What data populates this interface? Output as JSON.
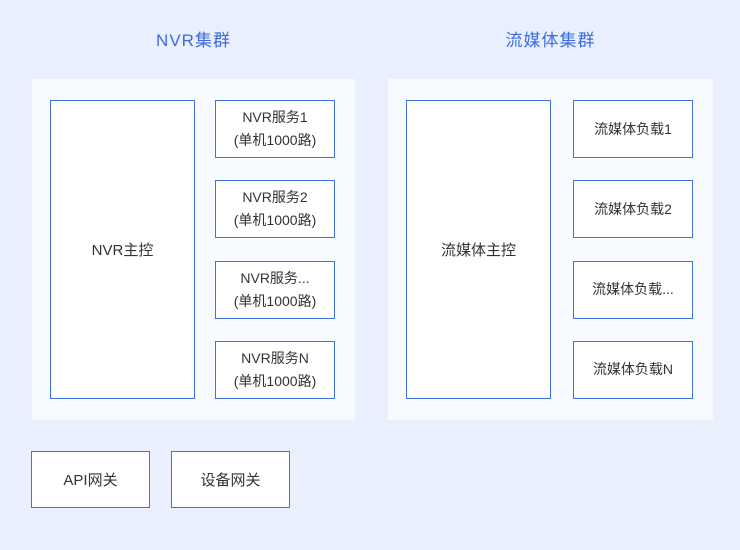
{
  "colors": {
    "page_background": "#e9effc",
    "panel_background": "#f7faff",
    "box_border": "#4272dd",
    "box_background": "#ffffff",
    "title_text": "#3d6be0",
    "box_text": "#333333"
  },
  "clusters": [
    {
      "title": "NVR集群",
      "main_box": {
        "label": "NVR主控"
      },
      "nodes": [
        {
          "line1": "NVR服务1",
          "line2": "(单机1000路)"
        },
        {
          "line1": "NVR服务2",
          "line2": "(单机1000路)"
        },
        {
          "line1": "NVR服务...",
          "line2": "(单机1000路)"
        },
        {
          "line1": "NVR服务N",
          "line2": "(单机1000路)"
        }
      ]
    },
    {
      "title": "流媒体集群",
      "main_box": {
        "label": "流媒体主控"
      },
      "nodes": [
        {
          "line1": "流媒体负载1"
        },
        {
          "line1": "流媒体负载2"
        },
        {
          "line1": "流媒体负载..."
        },
        {
          "line1": "流媒体负载N"
        }
      ]
    }
  ],
  "gateways": [
    {
      "label": "API网关"
    },
    {
      "label": "设备网关"
    }
  ]
}
